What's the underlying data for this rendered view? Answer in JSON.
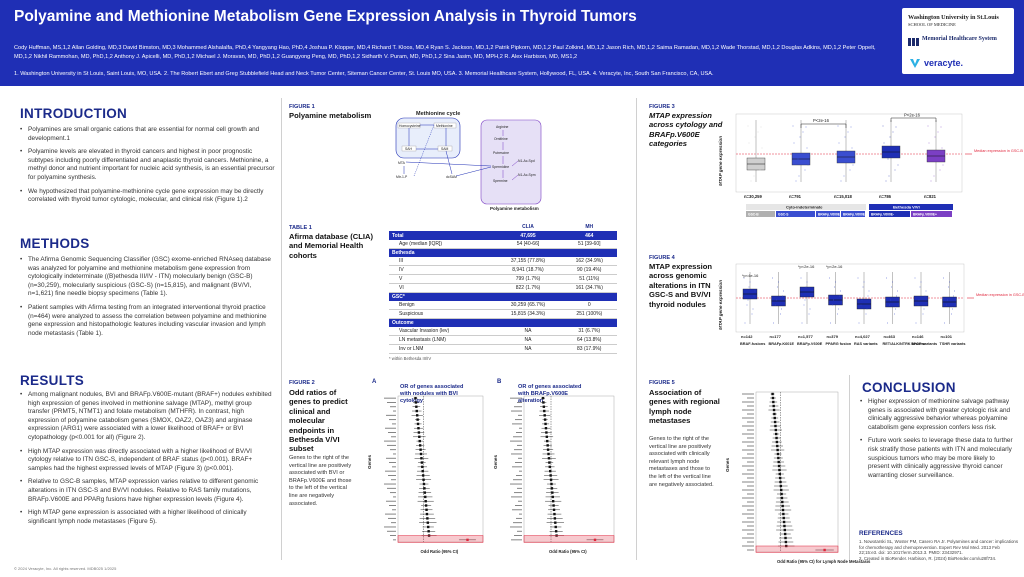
{
  "header": {
    "title": "Polyamine and Methionine Metabolism Gene Expression Analysis in Thyroid Tumors",
    "authors": "Cody Huffman, MS,1,2 Allan Golding, MD,3 David Bimston, MD,3 Mohammed Alshalalfa, PhD,4 Yangyang Hao, PhD,4 Joshua P. Klopper, MD,4 Richard T. Kloos, MD,4 Ryan S. Jackson, MD,1,2 Patrik Pipkorn, MD,1,2 Paul Zolkind, MD,1,2 Jason Rich, MD,1,2 Saima Ramadan, MD,1,2 Wade Thorstad, MD,1,2 Douglas Adkins, MD,1,2 Peter Oppelt, MD,1,2 Nikhil Rammohan, MD, PhD,1,2 Anthony J. Apicelli, MD, PhD,1,2 Michael J. Moravan, MD, PhD,1,2 Guangyong Peng, MD, PhD,1,2 Sidharth V. Puram, MD, PhD,1,2 Sina Jasim, MD, MPH,2 R. Alex Harbison, MD, MS1,2",
    "affiliations": "1. Washington University in St Louis, Saint Louis, MO, USA. 2. The Robert Ebert and Greg Stubblefield Head and Neck Tumor Center, Siteman Cancer Center, St. Louis MO, USA. 3. Memorial Healthcare System, Hollywood, FL, USA. 4. Veracyte, Inc, South San Francisco, CA, USA.",
    "logo_wustl": "Washington University in St.Louis",
    "logo_wustl_sub": "SCHOOL OF MEDICINE",
    "logo_memorial": "Memorial Healthcare System",
    "logo_veracyte": "veracyte."
  },
  "introduction": {
    "title": "INTRODUCTION",
    "bullets": [
      "Polyamines are small organic cations that are essential for normal cell growth and development.1",
      "Polyamine levels are elevated in thyroid cancers and highest in poor prognostic subtypes including poorly differentiated and anaplastic thyroid cancers. Methionine, a methyl donor and nutrient important for nucleic acid synthesis, is an essential precursor for polyamine synthesis.",
      "We hypothesized that polyamine-methionine cycle gene expression may be directly correlated with thyroid tumor cytologic, molecular, and clinical risk (Figure 1).2"
    ]
  },
  "methods": {
    "title": "METHODS",
    "bullets": [
      "The Afirma Genomic Sequencing Classifier (GSC) exome-enriched RNAseq database was analyzed for polyamine and methionine metabolism gene expression from cytologically indeterminate ((B)ethesda III/IV - ITN) molecularly benign (GSC-B) (n=30,259), molecularly suspicious (GSC-S) (n=15,815), and malignant (BV/VI, n=1,621) fine needle biopsy specimens (Table 1).",
      "Patient samples with Afirma testing from an integrated interventional thyroid practice (n=464) were analyzed to assess the correlation between polyamine and methionine gene expression and histopathologic features including vascular invasion and lymph node metastasis (Table 1)."
    ]
  },
  "results": {
    "title": "RESULTS",
    "bullets": [
      "Among malignant nodules, BVI and BRAFp.V600E-mutant (BRAF+) nodules exhibited high expression of genes involved in methionine salvage (MTAP), methyl group transfer (PRMT5, NTMT1) and folate metabolism (MTHFR). In contrast, high expression of polyamine catabolism genes (SMOX, OAZ2, OAZ3) and arginase expression (ARG1) were associated with a lower likelihood of BRAF+ or BVI cytopathology (p<0.001 for all) (Figure 2).",
      "High MTAP expression was directly associated with a higher likelihood of BV/VI cytology relative to ITN GSC-S, independent of BRAF status (p<0.001). BRAF+ samples had the highest expressed levels of MTAP (Figure 3) (p<0.001).",
      "Relative to GSC-B samples, MTAP expression varies relative to different genomic alterations in ITN GSC-S and BV/VI nodules. Relative to RAS family mutations, BRAFp.V600E and PPARg fusions have higher expression levels (Figure 4).",
      "High MTAP gene expression is associated with a higher likelihood of clinically significant lymph node metastases (Figure 5)."
    ]
  },
  "figure1": {
    "label": "FIGURE 1",
    "title": "Polyamine metabolism",
    "cycle_title": "Methionine cycle",
    "pathway_title": "Polyamine metabolism",
    "nodes": [
      "Homocysteine",
      "Methionine",
      "SAM",
      "SAH",
      "MTA",
      "Mtr-1-P",
      "dcSAM",
      "Arginine",
      "Ornithine",
      "Putrescine",
      "Spermidine",
      "Spermine",
      "N1-Ac-Spd",
      "N1-Ac-Spm"
    ]
  },
  "table1": {
    "label": "TABLE 1",
    "title": "Afirma database (CLIA) and Memorial Health cohorts",
    "columns": [
      "",
      "CLIA",
      "MH"
    ],
    "rows": [
      {
        "kind": "sec",
        "cells": [
          "Total",
          "47,695",
          "464"
        ]
      },
      {
        "kind": "row",
        "cells": [
          "Age (median [IQR])",
          "54 [40-66]",
          "51 [39-60]"
        ]
      },
      {
        "kind": "sec",
        "cells": [
          "Bethesda",
          "",
          ""
        ]
      },
      {
        "kind": "row",
        "cells": [
          "III",
          "37,155 (77.8%)",
          "162 (34.9%)"
        ]
      },
      {
        "kind": "row",
        "cells": [
          "IV",
          "8,941 (18.7%)",
          "90 (19.4%)"
        ]
      },
      {
        "kind": "row",
        "cells": [
          "V",
          "799 (1.7%)",
          "51 (11%)"
        ]
      },
      {
        "kind": "row",
        "cells": [
          "VI",
          "822 (1.7%)",
          "161 (34.7%)"
        ]
      },
      {
        "kind": "sec",
        "cells": [
          "GSC*",
          "",
          ""
        ]
      },
      {
        "kind": "row",
        "cells": [
          "Benign",
          "30,259 (65.7%)",
          "0"
        ]
      },
      {
        "kind": "row",
        "cells": [
          "Suspicious",
          "15,815 (34.3%)",
          "251 (100%)"
        ]
      },
      {
        "kind": "sec",
        "cells": [
          "Outcome",
          "",
          ""
        ]
      },
      {
        "kind": "row",
        "cells": [
          "Vascular Invasion (lev)",
          "NA",
          "31 (6.7%)"
        ]
      },
      {
        "kind": "row",
        "cells": [
          "LN metastasis (LNM)",
          "NA",
          "64 (13.8%)"
        ]
      },
      {
        "kind": "row",
        "cells": [
          "Inv or LNM",
          "NA",
          "83 (17.9%)"
        ]
      }
    ],
    "footnote": "* within Bethesda III/IV"
  },
  "figure2": {
    "label": "FIGURE 2",
    "title": "Odd ratios of genes to predict clinical and molecular endpoints in Bethesda V/VI subset",
    "desc": "Genes to the right of the vertical line are positively associated with BVI or BRAFp.V600E and those to the left of the vertical line are negatively associated.",
    "panel_a_letter": "A",
    "panel_b_letter": "B",
    "panel_a_title": "OR of genes associated with nodules with BVI cytology",
    "panel_b_title": "OR of genes associated with BRAFp.V600E alteration",
    "xaxis_a": "Odd Ratio (95% CI)",
    "xaxis_b": "Odd Ratio (95% CI)",
    "ylabel": "Genes"
  },
  "figure3": {
    "label": "FIGURE 3",
    "title": "MTAP expression across cytology and BRAFp.V600E categories",
    "ylabel": "MTAP gene expression",
    "pvals": [
      "P<2e-16",
      "P<2e-16"
    ],
    "counts": [
      "n=30,259",
      "n=791",
      "n=15,018",
      "n=786",
      "n=821"
    ],
    "legend_median": "Median expression in GSC-B",
    "group_header_a": "Cyto-indeterminate",
    "group_header_b": "Bethesda V/VI",
    "cats": [
      "GSC-B",
      "GSC-S",
      "BRAFp.V600E-",
      "BRAFp.V600E+",
      "BRAFp.V600E-",
      "BRAFp.V600E+"
    ]
  },
  "figure4": {
    "label": "FIGURE 4",
    "title": "MTAP expression across genomic alterations in ITN GSC-S and BV/VI thyroid nodules",
    "ylabel": "MTAP gene expression",
    "pvals": [
      "*p<4e-16",
      "*p<2e-16",
      "*p<2e-16"
    ],
    "counts": [
      "n=142",
      "n=177",
      "n=1,577",
      "n=379",
      "n=4,027",
      "n=463",
      "n=146",
      "n=101"
    ],
    "cats": [
      "BRAF-fusions",
      "BRAFp.K601E",
      "BRAFp.V600E",
      "PPARG fusion",
      "RAS variants",
      "RET/ALK/NTRK fusions",
      "SPOP variants",
      "TSHR variants"
    ],
    "legend_median": "Median expression in GSC-B"
  },
  "figure5": {
    "label": "FIGURE 5",
    "title": "Association of genes with regional lymph node metastases",
    "desc": "Genes to the right of the vertical line are positively associated with clinically relevant lymph node metastases and those to the left of the vertical line are negatively associated.",
    "xaxis": "Odd Ratio (95% CI) for Lymph Node Metastasis",
    "ylabel": "Genes"
  },
  "conclusion": {
    "title": "CONCLUSION",
    "bullets": [
      "Higher expression of methionine salvage pathway genes is associated with greater cytologic risk and clinically aggressive behavior whereas polyamine catabolism gene expression confers less risk.",
      "Future work seeks to leverage these data to further risk stratify those patients with ITN and molecularly suspicious tumors who may be more likely to present with clinically aggressive thyroid cancer warranting closer surveillance."
    ]
  },
  "references": {
    "title": "REFERENCES",
    "items": [
      "1.  Nowotarski SL, Woster PM, Casero RA Jr. Polyamines and cancer: implications for chemotherapy and chemoprevention. Expert Rev Mol Med. 2013 Feb 22;15:e3. doi: 10.1017/erm.2013.3. PMID: 23432971.",
      "2.  Created in BioRender. Harbison, R. (2024) BioRender.com/u28f734."
    ]
  },
  "footer": "© 2024 Veracyte, Inc. All rights reserved. MDB025 1/2025",
  "colors": {
    "header_bg": "#1f2fb5",
    "accent_blue": "#1f2fb5",
    "purple": "#7b3fc4",
    "median_red": "#e0263c",
    "grey_box": "#cccccc"
  }
}
